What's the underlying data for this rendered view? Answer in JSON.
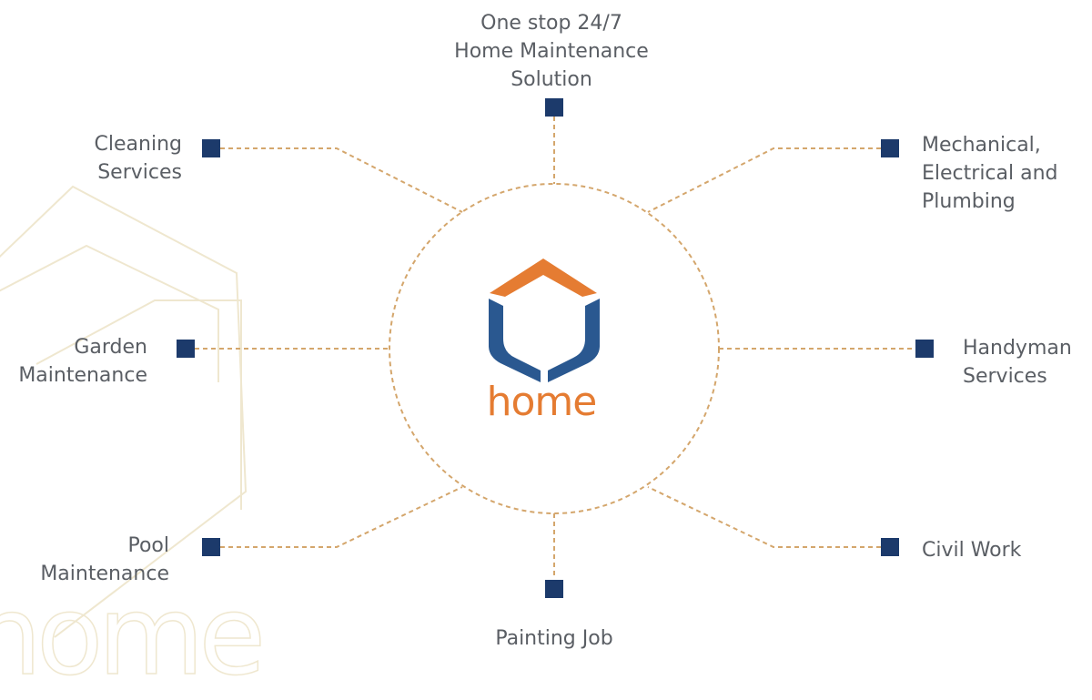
{
  "diagram": {
    "center": {
      "brand_name": "home",
      "brand_colors": {
        "orange": "#e57c32",
        "blue": "#2a5890"
      }
    },
    "colors": {
      "connector": "#d4a66c",
      "node": "#1c3a6b",
      "label": "#5a5e64",
      "watermark": "#efe7cf"
    },
    "watermark_text": "home",
    "services": [
      {
        "id": "top",
        "label": "One stop 24/7\nHome Maintenance\nSolution"
      },
      {
        "id": "top-left",
        "label": "Cleaning\nServices"
      },
      {
        "id": "top-right",
        "label": "Mechanical,\nElectrical and\nPlumbing"
      },
      {
        "id": "mid-left",
        "label": "Garden\nMaintenance"
      },
      {
        "id": "mid-right",
        "label": "Handyman\nServices"
      },
      {
        "id": "bottom-left",
        "label": "Pool\nMaintenance"
      },
      {
        "id": "bottom-right",
        "label": "Civil Work"
      },
      {
        "id": "bottom",
        "label": "Painting Job"
      }
    ]
  }
}
